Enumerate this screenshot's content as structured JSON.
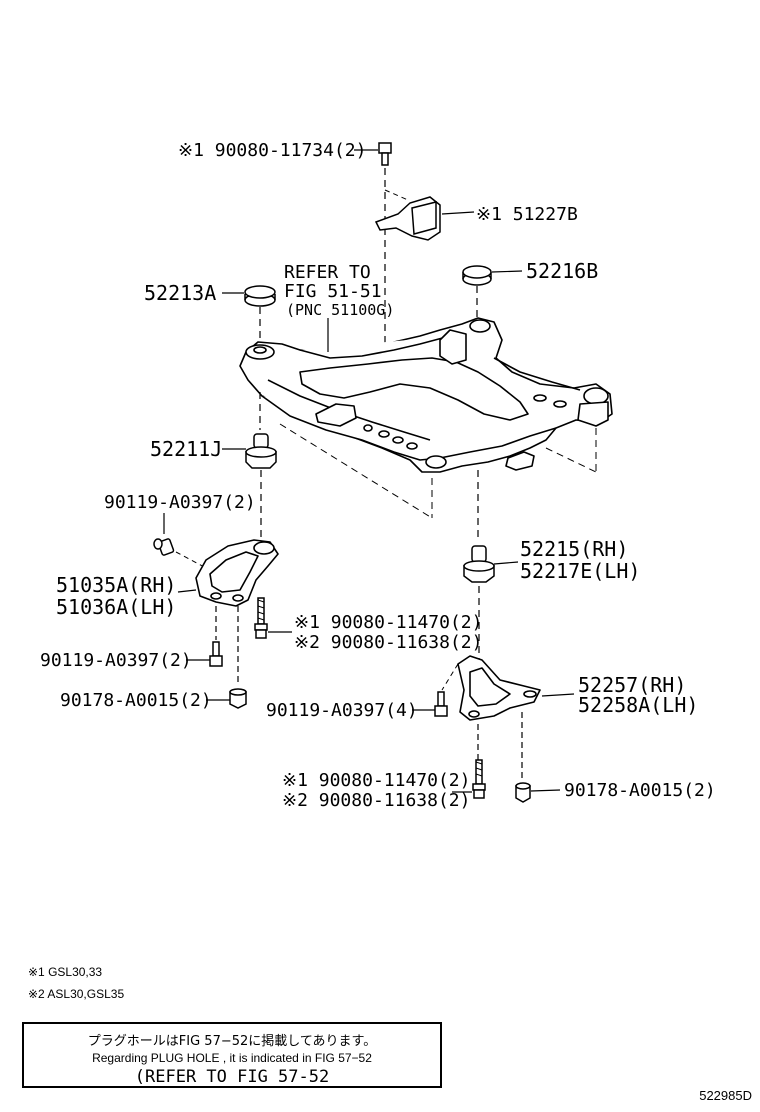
{
  "labels": {
    "top_bolt": "※1 90080-11734(2)",
    "bracket": "※1 51227B",
    "refer_line1": "REFER TO",
    "refer_line2": "FIG 51-51",
    "refer_line3": "(PNC 51100G)",
    "cushion_52213A": "52213A",
    "cushion_52216B": "52216B",
    "cushion_52211J": "52211J",
    "bolt_left_top": "90119-A0397(2)",
    "bracket_rh": "51035A(RH)",
    "bracket_lh": "51036A(LH)",
    "bolt_left_mid1": "※1 90080-11470(2)",
    "bolt_left_mid2": "※2 90080-11638(2)",
    "bolt_left_low": "90119-A0397(2)",
    "nut_left": "90178-A0015(2)",
    "cushion_rh": "52215(RH)",
    "cushion_lh": "52217E(LH)",
    "stopper_rh": "52257(RH)",
    "stopper_lh": "52258A(LH)",
    "bolt_right": "90119-A0397(4)",
    "bolt_bottom1": "※1 90080-11470(2)",
    "bolt_bottom2": "※2 90080-11638(2)",
    "nut_right": "90178-A0015(2)"
  },
  "legend": {
    "note1": "※1 GSL30,33",
    "note2": "※2 ASL30,GSL35"
  },
  "note": {
    "japanese": "プラグホールはFIG 57−52に掲載してあります。",
    "english": "Regarding PLUG HOLE , it is indicated in FIG 57−52",
    "refer": "(REFER TO FIG 57-52"
  },
  "diagram_id": "522985D"
}
